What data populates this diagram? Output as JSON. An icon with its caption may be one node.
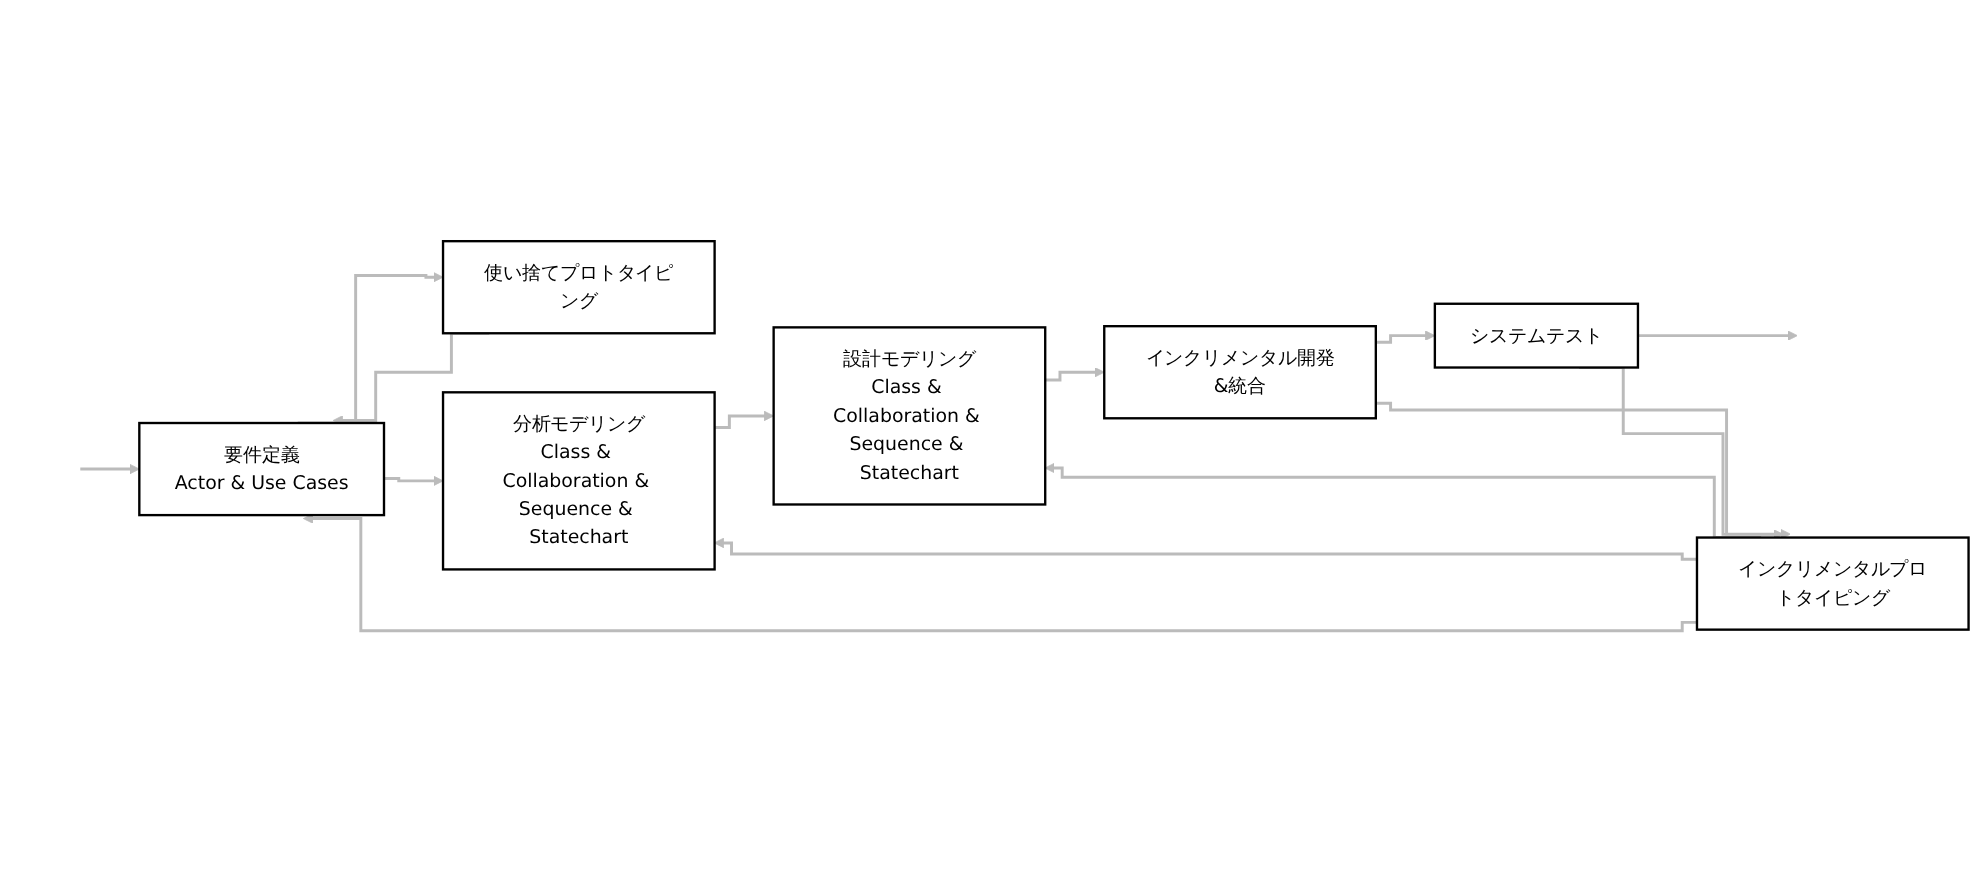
{
  "diagram": {
    "nodes": [
      {
        "text": [
          "要件定義",
          "Actor & Use Cases"
        ]
      },
      {
        "text": [
          "使い捨てプロトタイピング"
        ]
      },
      {
        "text": [
          "分析モデリング",
          "Class & Collaboration & Sequence & Statechart"
        ]
      },
      {
        "text": [
          "設計モデリング",
          "Class & Collaboration & Sequence & Statechart"
        ]
      },
      {
        "text": [
          "インクリメンタル開発&統合"
        ]
      },
      {
        "text": [
          "システムテスト"
        ]
      },
      {
        "text": [
          "インクリメンタルプロトタイピング"
        ]
      }
    ],
    "edges": [
      {
        "from": null,
        "to": 0,
        "arrow": "to"
      },
      {
        "from": 0,
        "to": 2,
        "arrow": "to"
      },
      {
        "from": 0,
        "to": 1,
        "arrow": "to"
      },
      {
        "from": 1,
        "to": 0,
        "arrow": "to"
      },
      {
        "from": 2,
        "to": 3,
        "arrow": "to"
      },
      {
        "from": 3,
        "to": 4,
        "arrow": "to"
      },
      {
        "from": 4,
        "to": 5,
        "arrow": "to"
      },
      {
        "from": 5,
        "to": null,
        "arrow": "to"
      },
      {
        "from": 4,
        "to": 6,
        "arrow": "to"
      },
      {
        "from": 5,
        "to": 6,
        "arrow": "to"
      },
      {
        "from": 6,
        "to": 3,
        "arrow": "to"
      },
      {
        "from": 6,
        "to": 2,
        "arrow": "to"
      },
      {
        "from": 6,
        "to": 0,
        "arrow": "to"
      }
    ]
  }
}
